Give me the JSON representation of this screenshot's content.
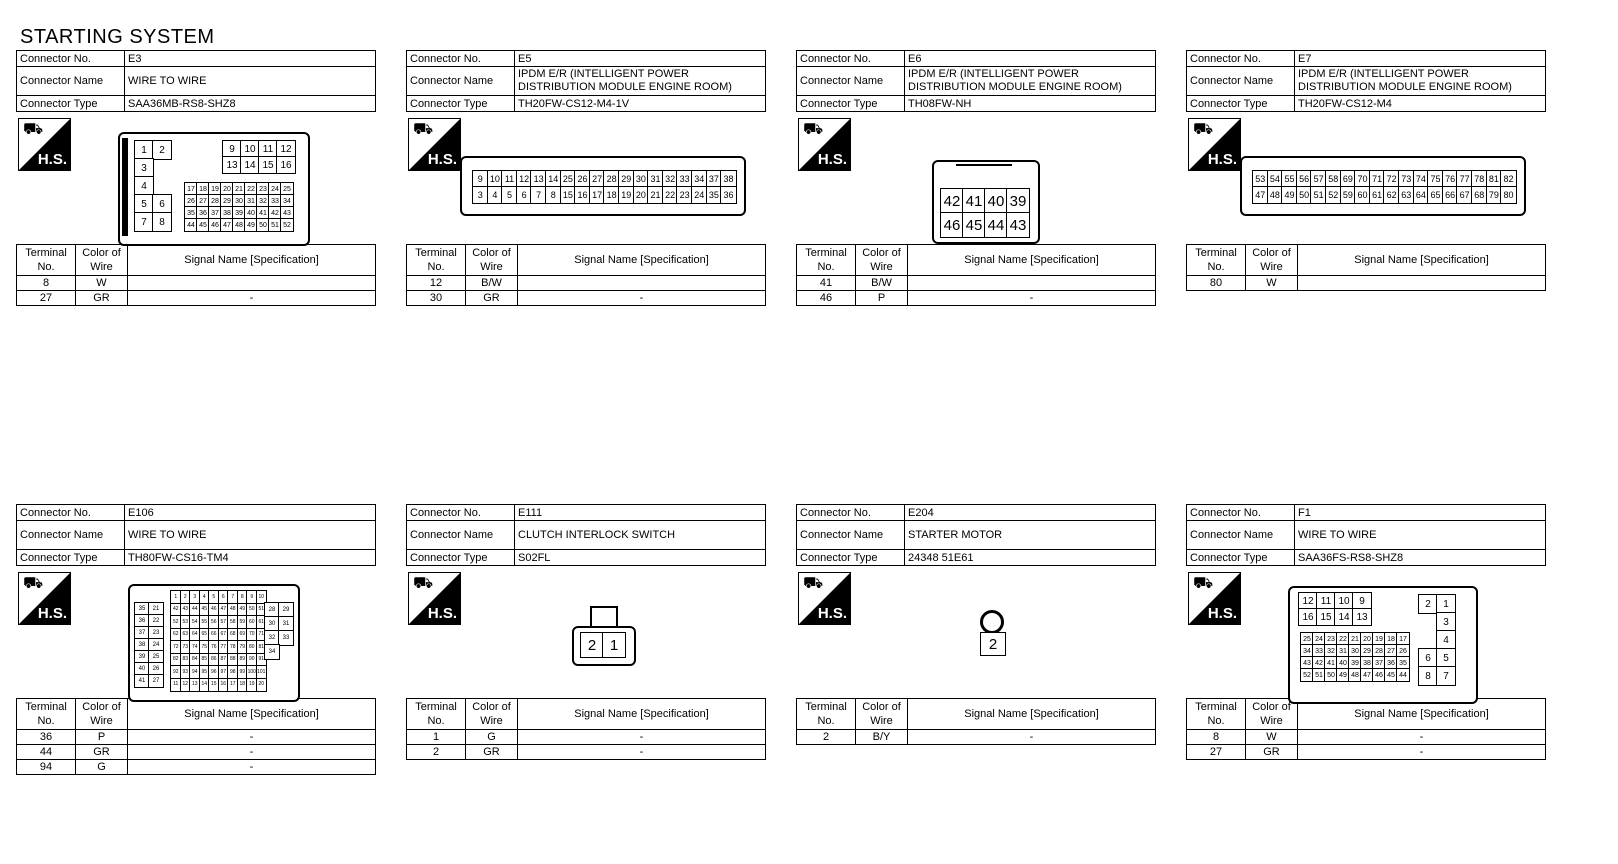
{
  "page_title": "STARTING SYSTEM",
  "labels": {
    "connector_no": "Connector No.",
    "connector_name": "Connector Name",
    "connector_type": "Connector Type",
    "terminal_no": "Terminal No.",
    "color_of_wire": "Color of Wire",
    "signal_name": "Signal Name [Specification]",
    "hs_badge": "H.S.",
    "car_icon": "⛟"
  },
  "connectors": [
    {
      "no": "E3",
      "name": "WIRE TO WIRE",
      "type": "SAA36MB-RS8-SHZ8",
      "rows": [
        {
          "t": "8",
          "c": "W",
          "s": ""
        },
        {
          "t": "27",
          "c": "GR",
          "s": "-"
        }
      ]
    },
    {
      "no": "E5",
      "name": "IPDM E/R (INTELLIGENT POWER DISTRIBUTION MODULE ENGINE ROOM)",
      "type": "TH20FW-CS12-M4-1V",
      "rows": [
        {
          "t": "12",
          "c": "B/W",
          "s": ""
        },
        {
          "t": "30",
          "c": "GR",
          "s": "-"
        }
      ]
    },
    {
      "no": "E6",
      "name": "IPDM E/R (INTELLIGENT POWER DISTRIBUTION MODULE ENGINE ROOM)",
      "type": "TH08FW-NH",
      "rows": [
        {
          "t": "41",
          "c": "B/W",
          "s": ""
        },
        {
          "t": "46",
          "c": "P",
          "s": "-"
        }
      ]
    },
    {
      "no": "E7",
      "name": "IPDM E/R (INTELLIGENT POWER DISTRIBUTION MODULE ENGINE ROOM)",
      "type": "TH20FW-CS12-M4",
      "rows": [
        {
          "t": "80",
          "c": "W",
          "s": ""
        }
      ]
    },
    {
      "no": "E106",
      "name": "WIRE TO WIRE",
      "type": "TH80FW-CS16-TM4",
      "rows": [
        {
          "t": "36",
          "c": "P",
          "s": "-"
        },
        {
          "t": "44",
          "c": "GR",
          "s": "-"
        },
        {
          "t": "94",
          "c": "G",
          "s": "-"
        }
      ]
    },
    {
      "no": "E111",
      "name": "CLUTCH INTERLOCK SWITCH",
      "type": "S02FL",
      "rows": [
        {
          "t": "1",
          "c": "G",
          "s": "-"
        },
        {
          "t": "2",
          "c": "GR",
          "s": "-"
        }
      ]
    },
    {
      "no": "E204",
      "name": "STARTER MOTOR",
      "type": "24348 51E61",
      "rows": [
        {
          "t": "2",
          "c": "B/Y",
          "s": "-"
        }
      ]
    },
    {
      "no": "F1",
      "name": "WIRE TO WIRE",
      "type": "SAA36FS-RS8-SHZ8",
      "rows": [
        {
          "t": "8",
          "c": "W",
          "s": "-"
        },
        {
          "t": "27",
          "c": "GR",
          "s": "-"
        }
      ]
    }
  ],
  "pin_diagrams": {
    "e3": {
      "left": [
        [
          "1",
          "2"
        ],
        [
          "3",
          ""
        ],
        [
          "4",
          ""
        ],
        [
          "5",
          "6"
        ],
        [
          "7",
          "8"
        ]
      ],
      "top": [
        [
          "9",
          "10",
          "11",
          "12"
        ],
        [
          "13",
          "14",
          "15",
          "16"
        ]
      ],
      "rows": [
        [
          "17",
          "18",
          "19",
          "20",
          "21",
          "22",
          "23",
          "24",
          "25"
        ],
        [
          "26",
          "27",
          "28",
          "29",
          "30",
          "31",
          "32",
          "33",
          "34"
        ],
        [
          "35",
          "36",
          "37",
          "38",
          "39",
          "40",
          "41",
          "42",
          "43"
        ],
        [
          "44",
          "45",
          "46",
          "47",
          "48",
          "49",
          "50",
          "51",
          "52"
        ]
      ]
    },
    "e5": {
      "top": [
        "9",
        "10",
        "11",
        "12",
        "13",
        "14",
        "25",
        "26",
        "27",
        "28",
        "29",
        "30",
        "31",
        "32",
        "33",
        "34",
        "37",
        "38"
      ],
      "bottom": [
        "3",
        "4",
        "5",
        "6",
        "7",
        "8",
        "15",
        "16",
        "17",
        "18",
        "19",
        "20",
        "21",
        "22",
        "23",
        "24",
        "35",
        "36"
      ]
    },
    "e6": {
      "top": [
        "42",
        "41",
        "40",
        "39"
      ],
      "bottom": [
        "46",
        "45",
        "44",
        "43"
      ]
    },
    "e7": {
      "top": [
        "53",
        "54",
        "55",
        "56",
        "57",
        "58",
        "69",
        "70",
        "71",
        "72",
        "73",
        "74",
        "75",
        "76",
        "77",
        "78",
        "81",
        "82"
      ],
      "bottom": [
        "47",
        "48",
        "49",
        "50",
        "51",
        "52",
        "59",
        "60",
        "61",
        "62",
        "63",
        "64",
        "65",
        "66",
        "67",
        "68",
        "79",
        "80"
      ]
    },
    "e106": {
      "left": [
        [
          "35",
          "21"
        ],
        [
          "36",
          "22"
        ],
        [
          "37",
          "23"
        ],
        [
          "38",
          "24"
        ],
        [
          "39",
          "25"
        ],
        [
          "40",
          "26"
        ],
        [
          "41",
          "27"
        ]
      ],
      "mid": [
        [
          "1",
          "2",
          "3",
          "4",
          "5",
          "6",
          "7",
          "8",
          "9",
          "10"
        ],
        [
          "42",
          "43",
          "44",
          "45",
          "46",
          "47",
          "48",
          "49",
          "50",
          "51"
        ],
        [
          "52",
          "53",
          "54",
          "55",
          "56",
          "57",
          "58",
          "59",
          "60",
          "61"
        ],
        [
          "62",
          "63",
          "64",
          "65",
          "66",
          "67",
          "68",
          "69",
          "70",
          "71"
        ],
        [
          "72",
          "73",
          "74",
          "75",
          "76",
          "77",
          "78",
          "79",
          "80",
          "81"
        ],
        [
          "82",
          "83",
          "84",
          "85",
          "86",
          "87",
          "88",
          "89",
          "90",
          "91"
        ],
        [
          "92",
          "93",
          "94",
          "95",
          "96",
          "97",
          "98",
          "99",
          "100",
          "101"
        ],
        [
          "11",
          "12",
          "13",
          "14",
          "15",
          "16",
          "17",
          "18",
          "19",
          "20"
        ]
      ],
      "right": [
        [
          "28",
          "29"
        ],
        [
          "30",
          "31"
        ],
        [
          "32",
          "33"
        ],
        [
          "34",
          ""
        ]
      ]
    },
    "e111": {
      "pins": [
        "2",
        "1"
      ]
    },
    "e204": {
      "pins": [
        "2"
      ]
    },
    "f1": {
      "top": [
        [
          "12",
          "11",
          "10",
          "9"
        ],
        [
          "16",
          "15",
          "14",
          "13"
        ]
      ],
      "right": [
        [
          "2",
          "1"
        ],
        [
          "",
          "3"
        ],
        [
          "",
          "4"
        ],
        [
          "6",
          "5"
        ],
        [
          "8",
          "7"
        ]
      ],
      "rows": [
        [
          "25",
          "24",
          "23",
          "22",
          "21",
          "20",
          "19",
          "18",
          "17"
        ],
        [
          "34",
          "33",
          "32",
          "31",
          "30",
          "29",
          "28",
          "27",
          "26"
        ],
        [
          "43",
          "42",
          "41",
          "40",
          "39",
          "38",
          "37",
          "36",
          "35"
        ],
        [
          "52",
          "51",
          "50",
          "49",
          "48",
          "47",
          "46",
          "45",
          "44"
        ]
      ]
    }
  }
}
